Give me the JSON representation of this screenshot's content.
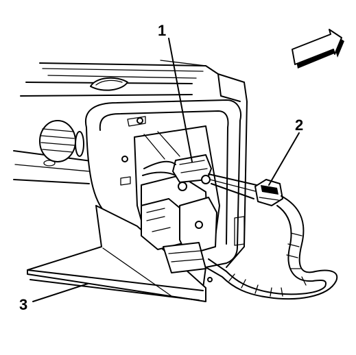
{
  "callouts": [
    {
      "id": "1",
      "label": "1"
    },
    {
      "id": "2",
      "label": "2"
    },
    {
      "id": "3",
      "label": "3"
    }
  ],
  "icons": {
    "direction": "forward-arrow-icon"
  },
  "colors": {
    "ink": "#000000",
    "paper": "#ffffff"
  }
}
